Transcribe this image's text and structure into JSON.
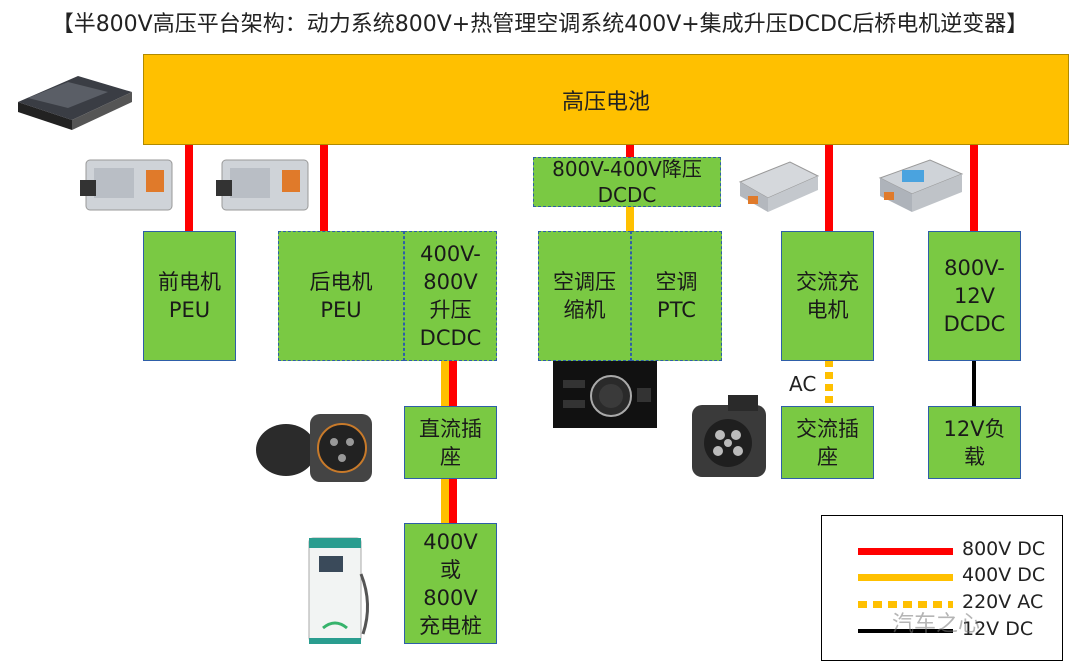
{
  "title": "【半800V高压平台架构：动力系统800V+热管理空调系统400V+集成升压DCDC后桥电机逆变器】",
  "battery_label": "高压电池",
  "boxes": {
    "front_motor": "前电机\nPEU",
    "rear_motor": "后电机\nPEU",
    "boost_dcdc": "400V-\n800V\n升压\nDCDC",
    "buck_dcdc": "800V-400V降压\nDCDC",
    "ac_compressor": "空调压\n缩机",
    "ac_ptc": "空调\nPTC",
    "ac_charger": "交流充\n电机",
    "dcdc_12v": "800V-\n12V\nDCDC",
    "dc_socket": "直流插\n座",
    "ac_socket": "交流插\n座",
    "load_12v": "12V负\n载",
    "charging_pile": "400V\n或\n800V\n充电桩"
  },
  "ac_label": "AC",
  "legend": [
    {
      "label": "800V DC",
      "color": "#FF0000",
      "style": "solid"
    },
    {
      "label": "400V DC",
      "color": "#FFC000",
      "style": "solid"
    },
    {
      "label": "220V AC",
      "color": "#FFC000",
      "style": "dotted"
    },
    {
      "label": "12V DC",
      "color": "#000000",
      "style": "solid"
    }
  ],
  "watermark": "汽车之心",
  "colors": {
    "battery": "#FFC000",
    "box": "#7AC943",
    "line_800v": "#FF0000",
    "line_400v": "#FFC000",
    "line_12v": "#000000"
  }
}
